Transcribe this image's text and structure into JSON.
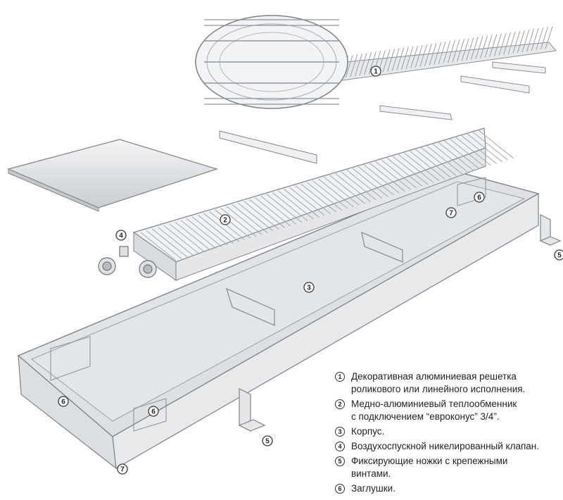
{
  "callouts": [
    {
      "num": "1",
      "text": "Декоративная алюминиевая решетка\nроликового или линейного исполнения."
    },
    {
      "num": "2",
      "text": "Медно-алюминиевый теплообменник\nс подключением “евроконус” 3/4”."
    },
    {
      "num": "3",
      "text": "Корпус."
    },
    {
      "num": "4",
      "text": "Воздухоспускной никелированный клапан."
    },
    {
      "num": "5",
      "text": "Фиксирующие ножки с крепежными\nвинтами."
    },
    {
      "num": "6",
      "text": "Заглушки."
    }
  ],
  "markers": [
    "1",
    "2",
    "3",
    "4",
    "5",
    "5",
    "6",
    "6",
    "6",
    "7",
    "7"
  ],
  "colors": {
    "metal_light": "#eceef0",
    "metal_mid": "#cfd3d7",
    "metal_dark": "#9aa0a6",
    "outline": "#7d838a",
    "text": "#222222"
  }
}
